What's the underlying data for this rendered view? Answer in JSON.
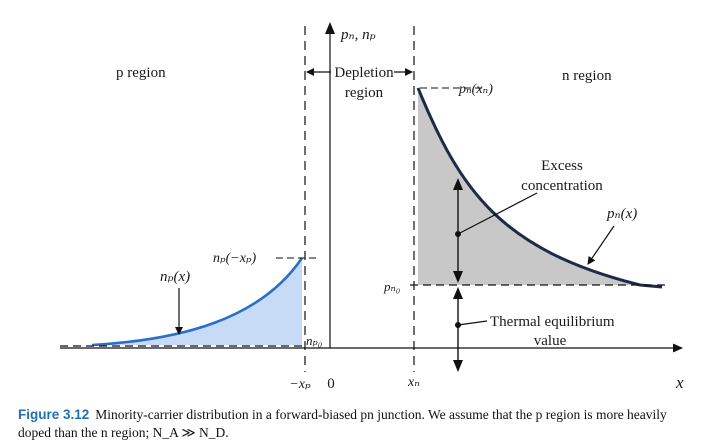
{
  "diagram": {
    "y_axis_label": "pₙ, nₚ",
    "x_axis_label": "x",
    "p_region_label": "p region",
    "n_region_label": "n region",
    "depletion_label_line1": "Depletion",
    "depletion_label_line2": "region",
    "pn_xn_label": "pₙ(xₙ)",
    "excess_line1": "Excess",
    "excess_line2": "concentration",
    "pn_x_label": "pₙ(x)",
    "np_minus_xp_label": "nₚ(−xₚ)",
    "np_x_label": "nₚ(x)",
    "pn0_label": "pₙ₀",
    "np0_label": "nₚ₀",
    "thermal_line1": "Thermal equilibrium",
    "thermal_line2": "value",
    "tick_minus_xp": "−xₚ",
    "tick_zero": "0",
    "tick_xn": "xₙ"
  },
  "caption": {
    "figure_label": "Figure 3.12",
    "text": "Minority-carrier distribution in a forward-biased pn junction. We assume that the p region is more heavily doped than the n region; N_A ≫ N_D."
  },
  "colors": {
    "p_fill": "#c7dbf7",
    "p_curve": "#2a6ec9",
    "n_fill": "#c8c8c8",
    "n_curve": "#1e2a4a",
    "caption_accent": "#1f6fb5"
  }
}
